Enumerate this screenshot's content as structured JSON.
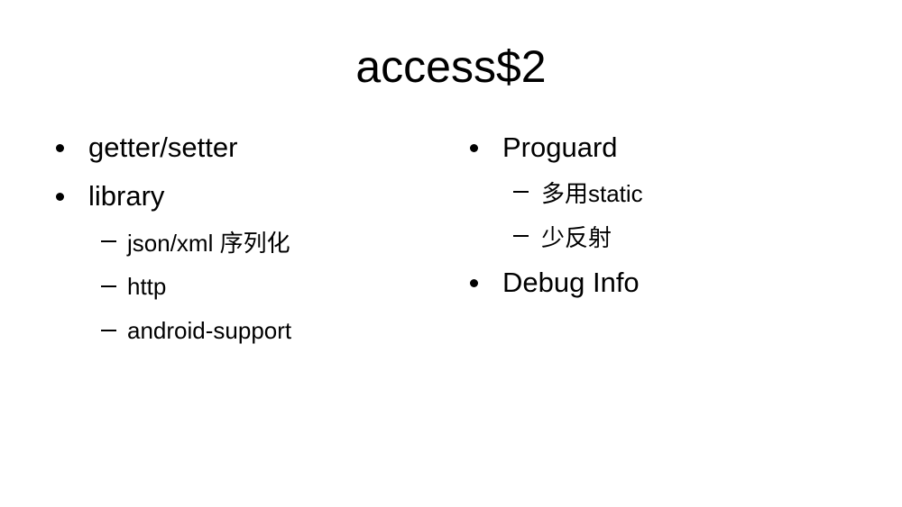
{
  "slide": {
    "title": "access$2",
    "left_column": {
      "items": [
        {
          "label": "getter/setter"
        },
        {
          "label": "library",
          "children": [
            {
              "label": "json/xml 序列化"
            },
            {
              "label": "http"
            },
            {
              "label": "android-support"
            }
          ]
        }
      ]
    },
    "right_column": {
      "items": [
        {
          "label": "Proguard",
          "children": [
            {
              "label": "多用static"
            },
            {
              "label": "少反射"
            }
          ]
        },
        {
          "label": "Debug Info"
        }
      ]
    }
  }
}
